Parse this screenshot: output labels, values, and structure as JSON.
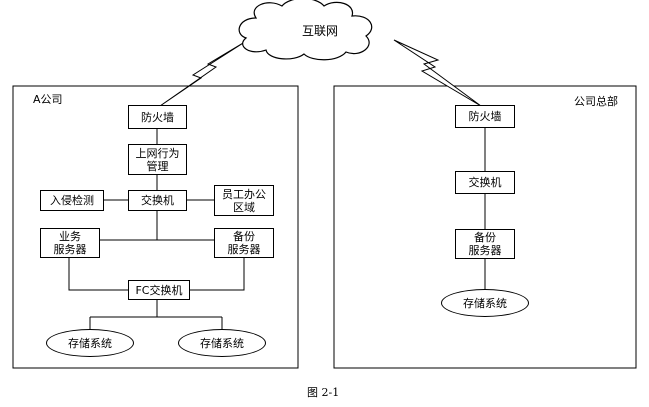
{
  "cloud": {
    "label": "互联网"
  },
  "regions": {
    "branch": {
      "label": "A公司"
    },
    "hq": {
      "label": "公司总部"
    }
  },
  "nodes": {
    "branch_firewall": "防火墙",
    "branch_behavior_mgmt": "上网行为\n管理",
    "branch_switch": "交换机",
    "branch_intrusion": "入侵检测",
    "branch_office": "员工办公\n区域",
    "branch_business_server": "业务\n服务器",
    "branch_backup_server": "备份\n服务器",
    "branch_fc_switch": "FC交换机",
    "branch_storage_left": "存储系统",
    "branch_storage_right": "存储系统",
    "hq_firewall": "防火墙",
    "hq_switch": "交换机",
    "hq_backup_server": "备份\n服务器",
    "hq_storage": "存储系统"
  },
  "caption": "图 2-1"
}
